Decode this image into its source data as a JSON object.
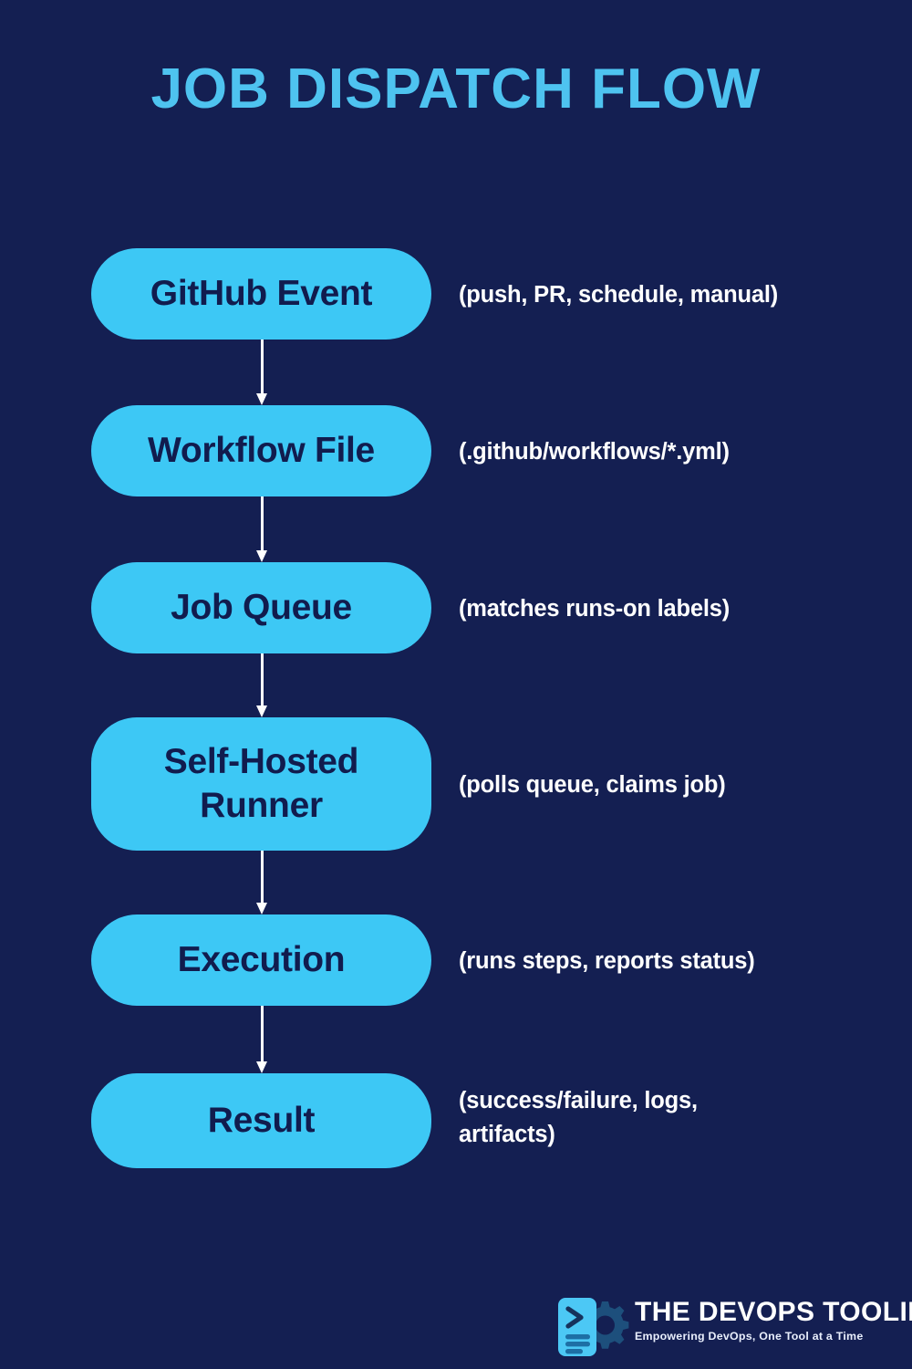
{
  "poster": {
    "title": "JOB DISPATCH FLOW",
    "background_color": "#141f52",
    "title_color": "#4ec3f0",
    "node_fill_color": "#3dc8f5",
    "node_text_color": "#111c4e",
    "annotation_color": "#ffffff",
    "connector_color": "#ffffff"
  },
  "flow": {
    "steps": [
      {
        "label": "GitHub Event",
        "annotation": "(push, PR, schedule, manual)"
      },
      {
        "label": "Workflow File",
        "annotation": "(.github/workflows/*.yml)"
      },
      {
        "label": "Job Queue",
        "annotation": "(matches runs-on labels)"
      },
      {
        "label": "Self-Hosted\nRunner",
        "annotation": "(polls queue, claims job)"
      },
      {
        "label": "Execution",
        "annotation": "(runs steps, reports status)"
      },
      {
        "label": "Result",
        "annotation": "(success/failure, logs,\nartifacts)"
      }
    ]
  },
  "footer": {
    "logo_title": "THE DEVOPS TOOLING",
    "logo_tagline": "Empowering DevOps, One Tool at a Time",
    "logo_icon": "terminal-document-gear-icon"
  }
}
